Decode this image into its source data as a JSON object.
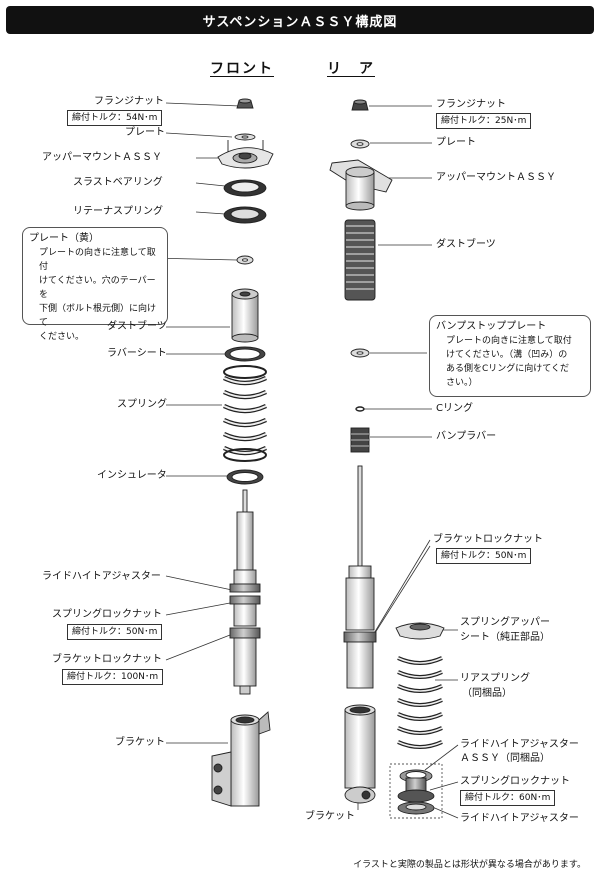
{
  "title": "サスペンションＡＳＳＹ構成図",
  "headers": {
    "front": "フロント",
    "rear": "リ　ア"
  },
  "front": {
    "flange_nut": "フランジナット",
    "flange_nut_torque": "締付トルク：54N･m",
    "plate": "プレート",
    "upper_mount": "アッパーマウントＡＳＳＹ",
    "thrust_bearing": "スラストベアリング",
    "retainer_spring": "リテーナスプリング",
    "dust_boot": "ダストブーツ",
    "rubber_sheet": "ラバーシート",
    "spring": "スプリング",
    "insulator": "インシュレータ",
    "ride_height_adjuster": "ライドハイトアジャスター",
    "spring_lock_nut": "スプリングロックナット",
    "spring_lock_nut_torque": "締付トルク：50N･m",
    "bracket_lock_nut": "ブラケットロックナット",
    "bracket_lock_nut_torque": "締付トルク：100N･m",
    "bracket": "ブラケット"
  },
  "front_note": {
    "title": "プレート（黄）",
    "lines": [
      "プレートの向きに注意して取付",
      "けてください。穴のテーパーを",
      "下側（ボルト根元側）に向けて",
      "ください。"
    ]
  },
  "rear": {
    "flange_nut": "フランジナット",
    "flange_nut_torque": "締付トルク：25N･m",
    "plate": "プレート",
    "upper_mount": "アッパーマウントＡＳＳＹ",
    "dust_boot": "ダストブーツ",
    "c_ring": "Cリング",
    "bump_rubber": "バンプラバー",
    "bracket_lock_nut": "ブラケットロックナット",
    "bracket_lock_nut_torque": "締付トルク：50N･m",
    "spring_upper_seat_1": "スプリングアッパー",
    "spring_upper_seat_2": "シート（純正部品）",
    "rear_spring_1": "リアスプリング",
    "rear_spring_2": "（同梱品）",
    "ride_height_adjuster_assy_1": "ライドハイトアジャスター",
    "ride_height_adjuster_assy_2": "ＡＳＳＹ（同梱品）",
    "spring_lock_nut": "スプリングロックナット",
    "spring_lock_nut_torque": "締付トルク：60N･m",
    "ride_height_adjuster": "ライドハイトアジャスター",
    "bracket": "ブラケット"
  },
  "rear_note": {
    "title": "バンプストッププレート",
    "lines": [
      "プレートの向きに注意して取付",
      "けてください。（溝（凹み）の",
      "ある側をCリングに向けてくだ",
      "さい。）"
    ]
  },
  "footer": "イラストと実際の製品とは形状が異なる場合があります。"
}
